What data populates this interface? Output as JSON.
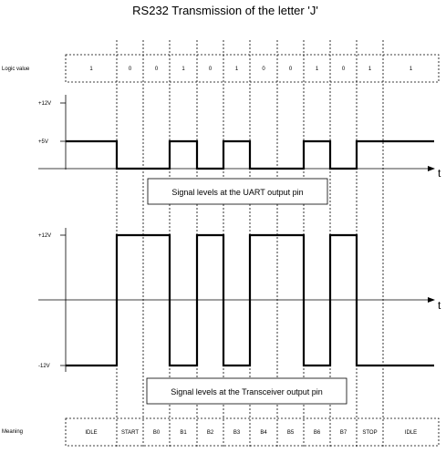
{
  "title": "RS232 Transmission of the letter 'J'",
  "row_labels": {
    "logic": "Logic value",
    "meaning": "Meaning"
  },
  "logic_values": [
    "1",
    "0",
    "0",
    "1",
    "0",
    "1",
    "0",
    "0",
    "1",
    "0",
    "1",
    "1"
  ],
  "meanings": [
    "IDLE",
    "START",
    "B0",
    "B1",
    "B2",
    "B3",
    "B4",
    "B5",
    "B6",
    "B7",
    "STOP",
    "IDLE"
  ],
  "uart": {
    "y_labels": {
      "high_rail": "+12V",
      "logic_high": "+5V"
    },
    "axis_label": "t",
    "caption": "Signal levels at the UART output pin"
  },
  "transceiver": {
    "y_labels": {
      "positive": "+12V",
      "negative": "-12V"
    },
    "axis_label": "t",
    "caption": "Signal levels at the Transceiver output pin"
  }
}
